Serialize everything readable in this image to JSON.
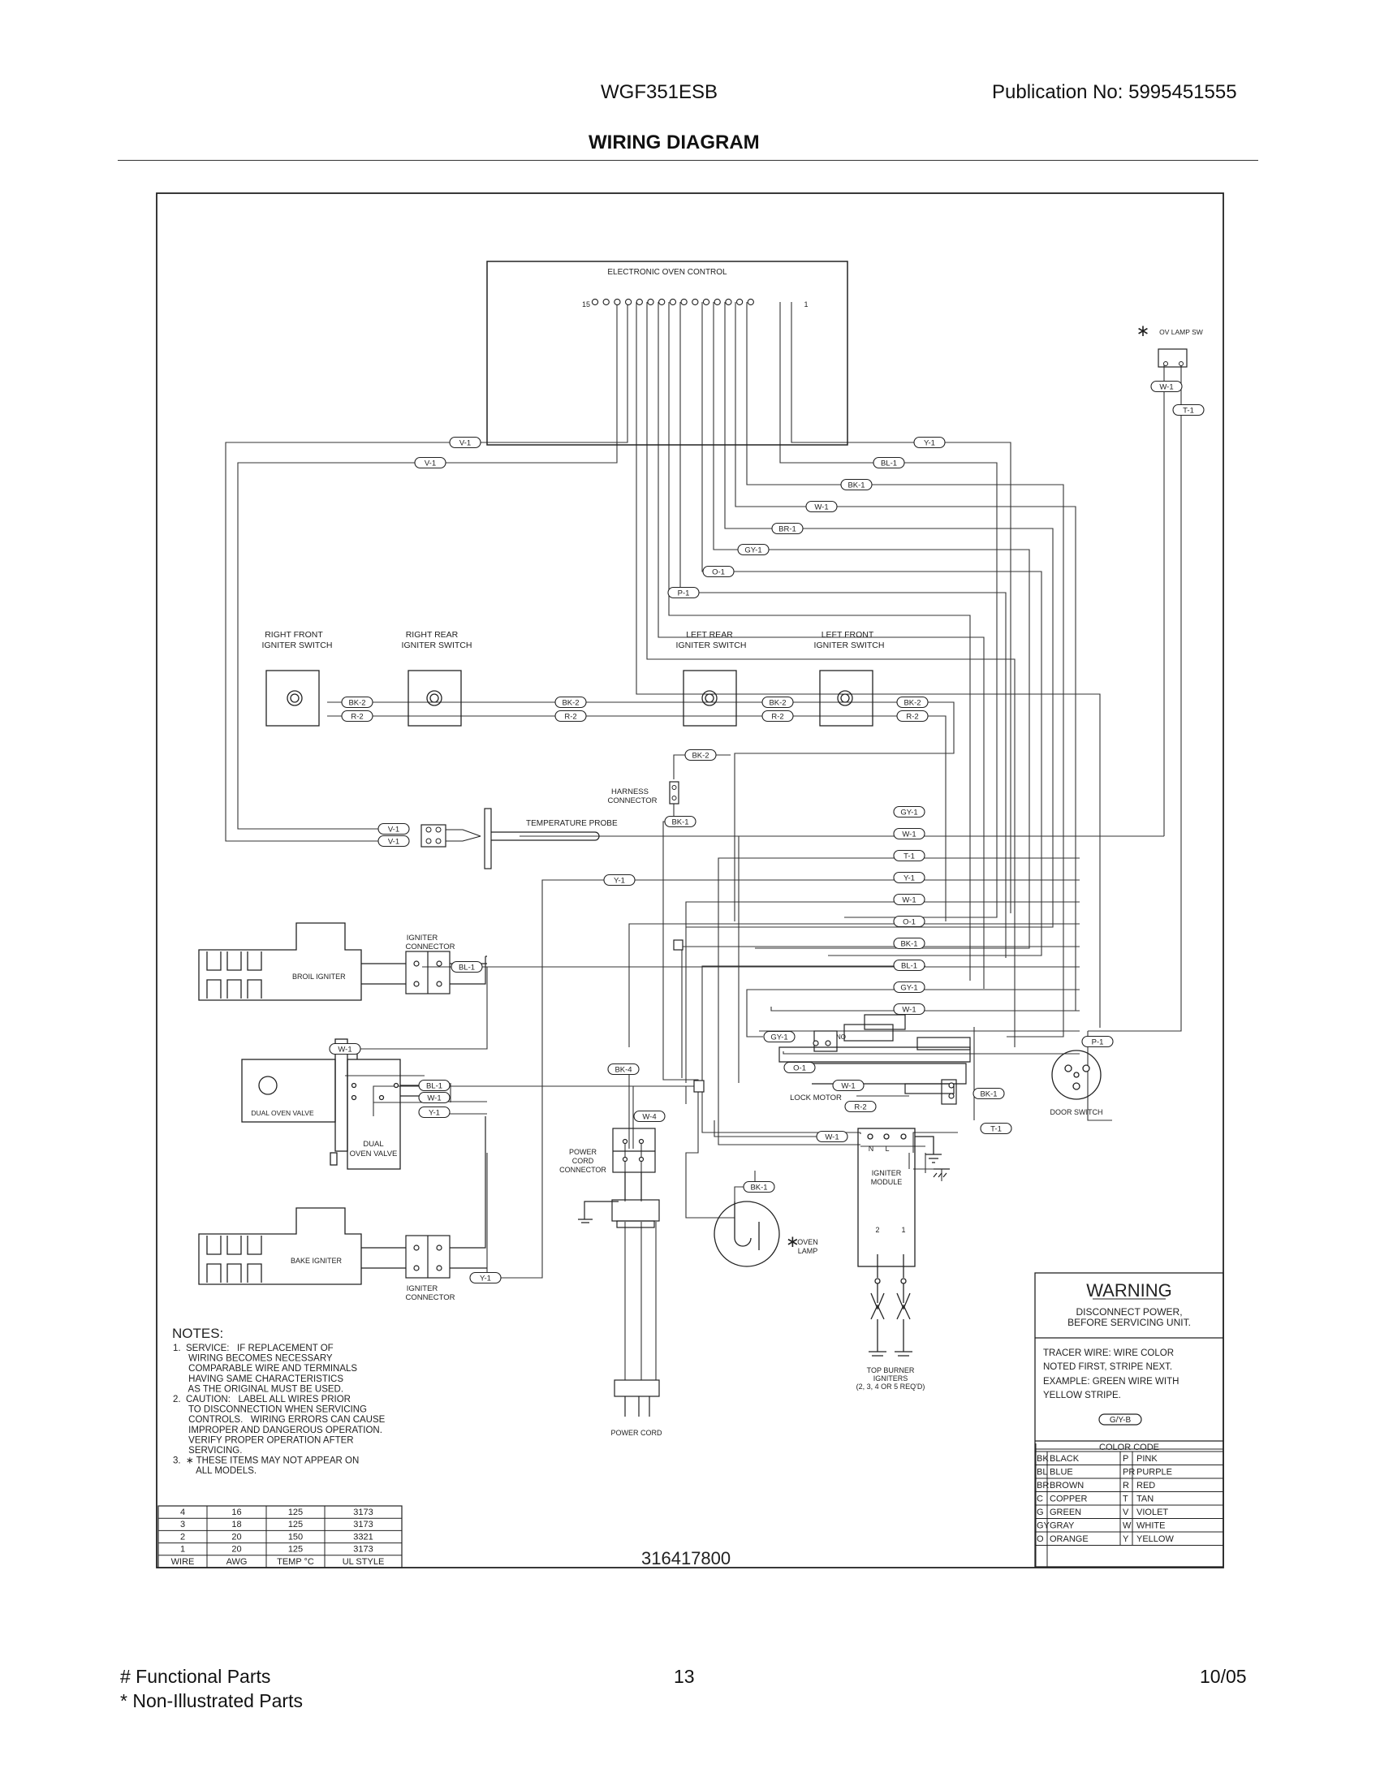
{
  "header": {
    "model": "WGF351ESB",
    "publication": "Publication No:  5995451555",
    "title": "WIRING DIAGRAM"
  },
  "footer": {
    "functional_parts": "# Functional Parts",
    "non_illustrated": "* Non-Illustrated Parts",
    "page": "13",
    "date": "10/05"
  },
  "components": {
    "eoc": "ELECTRONIC OVEN CONTROL",
    "eoc_pin_hi": "15",
    "eoc_pin_lo": "1",
    "ov_lamp_sw": "OV LAMP SW",
    "rf_sw": [
      "RIGHT FRONT",
      "IGNITER SWITCH"
    ],
    "rr_sw": [
      "RIGHT REAR",
      "IGNITER SWITCH"
    ],
    "lr_sw": [
      "LEFT REAR",
      "IGNITER SWITCH"
    ],
    "lf_sw": [
      "LEFT FRONT",
      "IGNITER SWITCH"
    ],
    "harness": [
      "HARNESS",
      "CONNECTOR"
    ],
    "temp_probe": "TEMPERATURE PROBE",
    "igniter_conn": [
      "IGNITER",
      "CONNECTOR"
    ],
    "broil_igniter": "BROIL IGNITER",
    "bake_igniter": "BAKE IGNITER",
    "dual_oven_valve": "DUAL OVEN VALVE",
    "dual_oven_valve2": [
      "DUAL",
      "OVEN VALVE"
    ],
    "power_cord_conn": [
      "POWER",
      "CORD",
      "CONNECTOR"
    ],
    "power_cord": "POWER CORD",
    "lock_motor": "LOCK MOTOR",
    "no": "NO",
    "door_switch": "DOOR SWITCH",
    "igniter_module": [
      "IGNITER",
      "MODULE"
    ],
    "module_n": "N",
    "module_l": "L",
    "module_2": "2",
    "module_1": "1",
    "oven_lamp": [
      "OVEN",
      "LAMP"
    ],
    "top_burner": [
      "TOP BURNER",
      "IGNITERS",
      "(2, 3, 4 OR 5 REQ'D)"
    ]
  },
  "wires": {
    "v1": "V-1",
    "y1": "Y-1",
    "bl1": "BL-1",
    "bk1": "BK-1",
    "w1": "W-1",
    "br1": "BR-1",
    "gy1": "GY-1",
    "o1": "O-1",
    "p1": "P-1",
    "t1": "T-1",
    "bk2": "BK-2",
    "r2": "R-2",
    "bk4": "BK-4",
    "w4": "W-4"
  },
  "notes": {
    "title": "NOTES:",
    "lines": [
      "1.  SERVICE:   IF REPLACEMENT OF",
      "      WIRING BECOMES NECESSARY",
      "      COMPARABLE WIRE AND TERMINALS",
      "      HAVING SAME CHARACTERISTICS",
      "      AS THE ORIGINAL MUST BE USED.",
      "2.  CAUTION:   LABEL ALL WIRES PRIOR",
      "      TO DISCONNECTION WHEN SERVICING",
      "      CONTROLS.   WIRING ERRORS CAN CAUSE",
      "      IMPROPER AND DANGEROUS OPERATION.",
      "      VERIFY PROPER OPERATION AFTER",
      "      SERVICING.",
      "3.  ∗ THESE ITEMS MAY NOT APPEAR ON",
      "         ALL MODELS."
    ]
  },
  "wire_table": {
    "headers": [
      "WIRE",
      "AWG",
      "TEMP °C",
      "UL STYLE"
    ],
    "rows": [
      [
        "4",
        "16",
        "125",
        "3173"
      ],
      [
        "3",
        "18",
        "125",
        "3173"
      ],
      [
        "2",
        "20",
        "150",
        "3321"
      ],
      [
        "1",
        "20",
        "125",
        "3173"
      ]
    ]
  },
  "part_number": "316417800",
  "warning": {
    "title": "WARNING",
    "lines": [
      "DISCONNECT POWER,",
      "BEFORE SERVICING UNIT."
    ],
    "tracer": [
      "TRACER WIRE:   WIRE COLOR",
      "NOTED FIRST, STRIPE NEXT.",
      "EXAMPLE:   GREEN WIRE WITH",
      "YELLOW STRIPE."
    ],
    "example_tag": "G/Y-B"
  },
  "color_code": {
    "title": "COLOR CODE",
    "rows": [
      [
        "BK",
        "BLACK",
        "P",
        "PINK"
      ],
      [
        "BL",
        "BLUE",
        "PR",
        "PURPLE"
      ],
      [
        "BR",
        "BROWN",
        "R",
        "RED"
      ],
      [
        "C",
        "COPPER",
        "T",
        "TAN"
      ],
      [
        "G",
        "GREEN",
        "V",
        "VIOLET"
      ],
      [
        "GY",
        "GRAY",
        "W",
        "WHITE"
      ],
      [
        "O",
        "ORANGE",
        "Y",
        "YELLOW"
      ]
    ]
  },
  "star": "∗"
}
